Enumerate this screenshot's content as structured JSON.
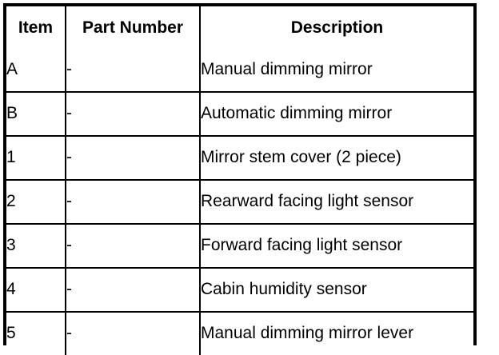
{
  "table": {
    "columns": [
      {
        "key": "item",
        "label": "Item",
        "align": "center"
      },
      {
        "key": "part_number",
        "label": "Part Number",
        "align": "center"
      },
      {
        "key": "description",
        "label": "Description",
        "align": "center"
      }
    ],
    "rows": [
      {
        "item": "A",
        "part_number": "-",
        "description": "Manual dimming mirror"
      },
      {
        "item": "B",
        "part_number": "-",
        "description": "Automatic dimming mirror"
      },
      {
        "item": "1",
        "part_number": "-",
        "description": "Mirror stem cover (2 piece)"
      },
      {
        "item": "2",
        "part_number": "-",
        "description": "Rearward facing light sensor"
      },
      {
        "item": "3",
        "part_number": "-",
        "description": "Forward facing light sensor"
      },
      {
        "item": "4",
        "part_number": "-",
        "description": "Cabin humidity sensor"
      },
      {
        "item": "5",
        "part_number": "-",
        "description": "Manual dimming mirror lever"
      }
    ]
  },
  "style": {
    "border_color": "#000000",
    "text_color": "#000000",
    "background": "#ffffff"
  }
}
